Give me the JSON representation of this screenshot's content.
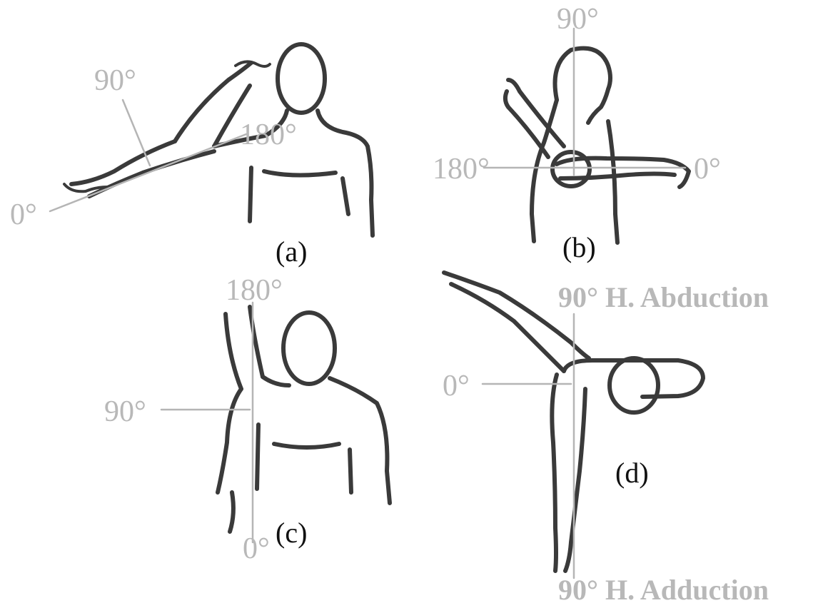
{
  "panels": {
    "a": {
      "label": "(a)",
      "angle_0": "0°",
      "angle_90": "90°",
      "angle_180": "180°"
    },
    "b": {
      "label": "(b)",
      "angle_90": "90°",
      "angle_180": "180°",
      "angle_0": "0°"
    },
    "c": {
      "label": "(c)",
      "angle_180": "180°",
      "angle_90": "90°",
      "angle_0": "0°"
    },
    "d": {
      "label": "(d)",
      "angle_abduction": "90° H. Abduction",
      "angle_0": "0°",
      "angle_adduction": "90° H. Adduction"
    }
  },
  "colors": {
    "ink": "#3a3a3a",
    "reference_lines": "#b5b5b5",
    "angle_text": "#b8b8b8",
    "panel_labels": "#111111"
  }
}
